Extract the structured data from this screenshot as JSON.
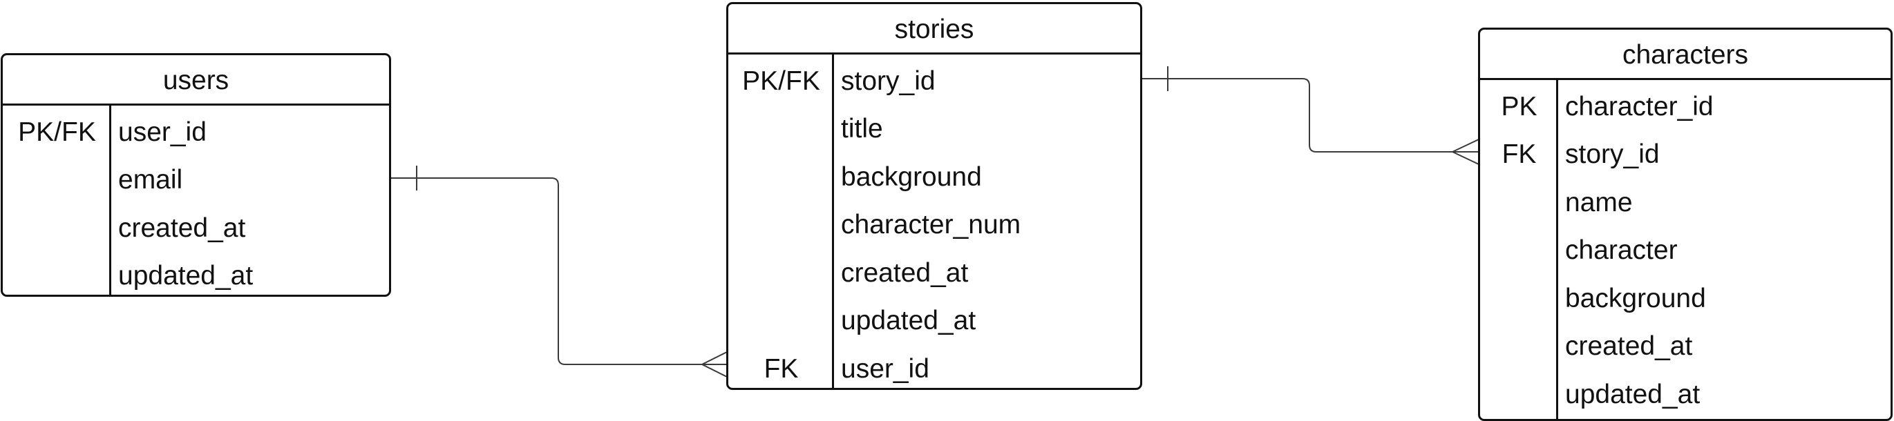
{
  "entities": {
    "users": {
      "title": "users",
      "rows": [
        {
          "key": "PK/FK",
          "field": "user_id"
        },
        {
          "key": "",
          "field": "email"
        },
        {
          "key": "",
          "field": "created_at"
        },
        {
          "key": "",
          "field": "updated_at"
        }
      ]
    },
    "stories": {
      "title": "stories",
      "rows": [
        {
          "key": "PK/FK",
          "field": "story_id"
        },
        {
          "key": "",
          "field": "title"
        },
        {
          "key": "",
          "field": "background"
        },
        {
          "key": "",
          "field": "character_num"
        },
        {
          "key": "",
          "field": "created_at"
        },
        {
          "key": "",
          "field": "updated_at"
        },
        {
          "key": "FK",
          "field": "user_id"
        }
      ]
    },
    "characters": {
      "title": "characters",
      "rows": [
        {
          "key": "PK",
          "field": "character_id"
        },
        {
          "key": "FK",
          "field": "story_id"
        },
        {
          "key": "",
          "field": "name"
        },
        {
          "key": "",
          "field": "character"
        },
        {
          "key": "",
          "field": "background"
        },
        {
          "key": "",
          "field": "created_at"
        },
        {
          "key": "",
          "field": "updated_at"
        }
      ]
    }
  },
  "relationships": [
    {
      "from": "users.user_id",
      "to": "stories.user_id",
      "from_cardinality": "one",
      "to_cardinality": "many"
    },
    {
      "from": "stories.story_id",
      "to": "characters.story_id",
      "from_cardinality": "one",
      "to_cardinality": "many"
    }
  ],
  "colors": {
    "line": "#111111",
    "connector": "#3a3a3a",
    "background": "#ffffff"
  }
}
